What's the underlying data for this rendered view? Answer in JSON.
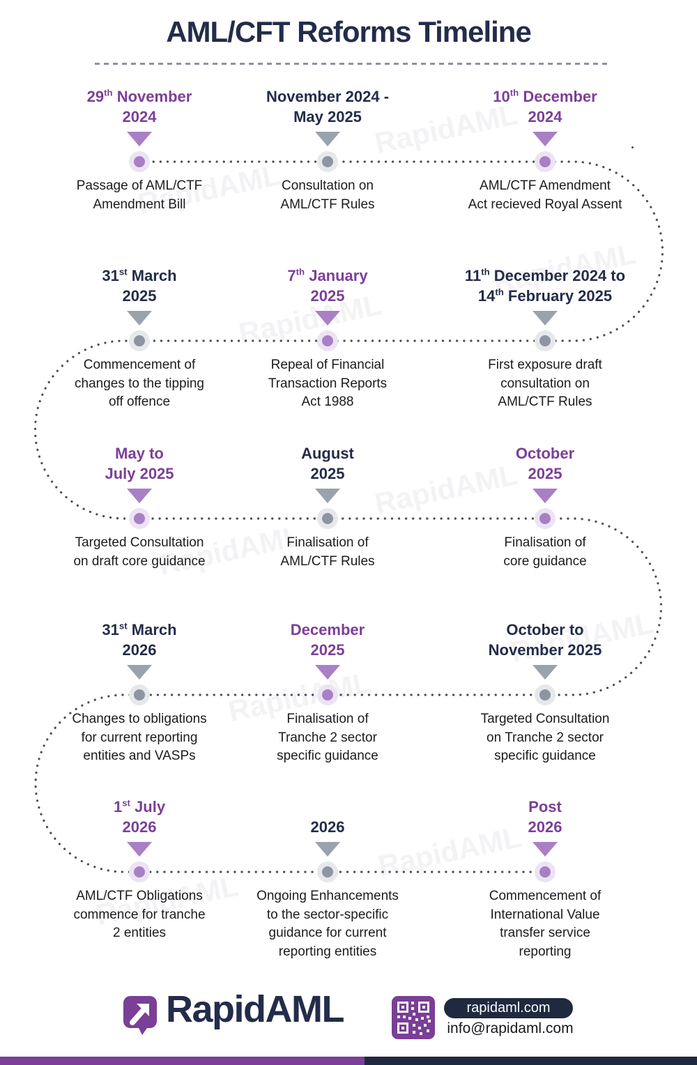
{
  "title": "AML/CFT Reforms Timeline",
  "watermark": "RapidAML",
  "colors": {
    "navy": "#232C4A",
    "purple": "#7C3F97",
    "purple_accent": "#A97FC5",
    "gray_arrow": "#9AA2AE",
    "gray_dot": "#8C95A1",
    "halo_purple": "#ECE3F3",
    "halo_gray": "#E6E8EC",
    "dotted_path": "#474C57",
    "text": "#1B1C1F",
    "footer_purple": "#7A3F96",
    "footer_navy": "#1F2A40"
  },
  "timeline": {
    "rows": [
      {
        "items": [
          {
            "accent": "purple",
            "date_lines": [
              "29th November",
              "2024"
            ],
            "description_lines": [
              "Passage of AML/CTF",
              "Amendment Bill"
            ]
          },
          {
            "accent": "gray",
            "date_lines": [
              "November 2024 -",
              "May 2025"
            ],
            "description_lines": [
              "Consultation on",
              "AML/CTF Rules"
            ]
          },
          {
            "accent": "purple",
            "date_lines": [
              "10th December",
              "2024"
            ],
            "description_lines": [
              "AML/CTF Amendment",
              "Act recieved Royal Assent"
            ]
          }
        ]
      },
      {
        "items": [
          {
            "accent": "gray",
            "date_lines": [
              "31st March",
              "2025"
            ],
            "description_lines": [
              "Commencement of",
              "changes to the tipping",
              "off offence"
            ]
          },
          {
            "accent": "purple",
            "date_lines": [
              "7th January",
              "2025"
            ],
            "description_lines": [
              "Repeal of Financial",
              "Transaction Reports",
              "Act 1988"
            ]
          },
          {
            "accent": "gray",
            "date_lines": [
              "11th December 2024 to",
              "14th February 2025"
            ],
            "description_lines": [
              "First exposure draft",
              "consultation on",
              "AML/CTF Rules"
            ]
          }
        ]
      },
      {
        "items": [
          {
            "accent": "purple",
            "date_lines": [
              "May to",
              "July 2025"
            ],
            "description_lines": [
              "Targeted Consultation",
              "on draft core guidance"
            ]
          },
          {
            "accent": "gray",
            "date_lines": [
              "August",
              "2025"
            ],
            "description_lines": [
              "Finalisation of",
              "AML/CTF Rules"
            ]
          },
          {
            "accent": "purple",
            "date_lines": [
              "October",
              "2025"
            ],
            "description_lines": [
              "Finalisation of",
              "core guidance"
            ]
          }
        ]
      },
      {
        "items": [
          {
            "accent": "gray",
            "date_lines": [
              "31st March",
              "2026"
            ],
            "description_lines": [
              "Changes to obligations",
              "for current reporting",
              "entities and VASPs"
            ]
          },
          {
            "accent": "purple",
            "date_lines": [
              "December",
              "2025"
            ],
            "description_lines": [
              "Finalisation of",
              "Tranche 2 sector",
              "specific guidance"
            ]
          },
          {
            "accent": "gray",
            "date_lines": [
              "October to",
              "November 2025"
            ],
            "description_lines": [
              "Targeted Consultation",
              "on Tranche 2 sector",
              "specific guidance"
            ]
          }
        ]
      },
      {
        "items": [
          {
            "accent": "purple",
            "date_lines": [
              "1st July",
              "2026"
            ],
            "description_lines": [
              "AML/CTF Obligations",
              "commence for tranche",
              "2 entities"
            ]
          },
          {
            "accent": "gray",
            "date_lines": [
              "2026"
            ],
            "description_lines": [
              "Ongoing Enhancements",
              "to the sector-specific",
              "guidance for current",
              "reporting entities"
            ]
          },
          {
            "accent": "purple",
            "date_lines": [
              "Post",
              "2026"
            ],
            "description_lines": [
              "Commencement of",
              "International Value",
              "transfer service",
              "reporting"
            ]
          }
        ]
      }
    ]
  },
  "footer": {
    "brand": "RapidAML",
    "website": "rapidaml.com",
    "email": "info@rapidaml.com"
  }
}
